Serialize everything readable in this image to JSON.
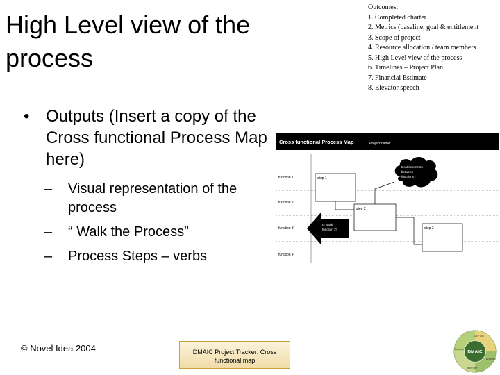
{
  "title": {
    "line1": "High Level view of the",
    "line2": " process"
  },
  "outcomes": {
    "heading": "Outcomes:",
    "items": [
      "1. Completed charter",
      "2. Metrics (baseline, goal & entitlement",
      "3. Scope of project",
      "4. Resource allocation / team members",
      "5. High Level view of the process",
      "6. Timelines – Project Plan",
      "7. Financial Estimate",
      "8. Elevator speech"
    ]
  },
  "bullets": {
    "main": "Outputs  (Insert a copy of the Cross functional Process Map here)",
    "subs": [
      "Visual representation of the process",
      "“ Walk the Process”",
      "Process Steps – verbs"
    ]
  },
  "map": {
    "header": "Cross functional Process Map",
    "project": "Project name:",
    "functions": [
      "function 1",
      "function 2",
      "function 3",
      "function 4"
    ],
    "steps": [
      "step 1",
      "step 2",
      "step 3"
    ],
    "cloud": [
      "Do disconnects",
      "between",
      "functions?"
    ],
    "arrow": [
      "Is Work",
      "function 3?"
    ]
  },
  "footer": "© Novel Idea 2004",
  "tracker": {
    "line1": "DMAIC Project Tracker:  Cross",
    "line2": "functional map"
  },
  "logo": {
    "center": "DMAIC",
    "top": "DEFINE",
    "left": "Control",
    "bottom": "Improve",
    "right": "Analyze"
  }
}
